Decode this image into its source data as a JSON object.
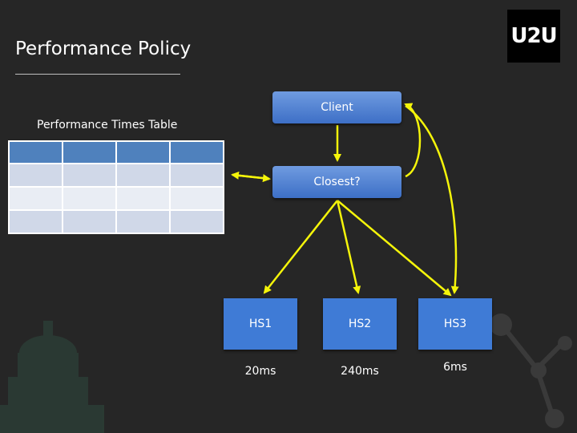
{
  "slide": {
    "title": "Performance Policy",
    "logo_text": "U2U"
  },
  "table": {
    "title": "Performance Times Table",
    "columns": 4,
    "rows": 4
  },
  "nodes": {
    "client": "Client",
    "closest": "Closest?"
  },
  "servers": [
    {
      "name": "HS1",
      "time": "20ms"
    },
    {
      "name": "HS2",
      "time": "240ms"
    },
    {
      "name": "HS3",
      "time": "6ms"
    }
  ],
  "colors": {
    "background": "#262626",
    "box_blue": "#3f7bd6",
    "table_header": "#4f81bd",
    "arrow": "#f5f50a"
  }
}
